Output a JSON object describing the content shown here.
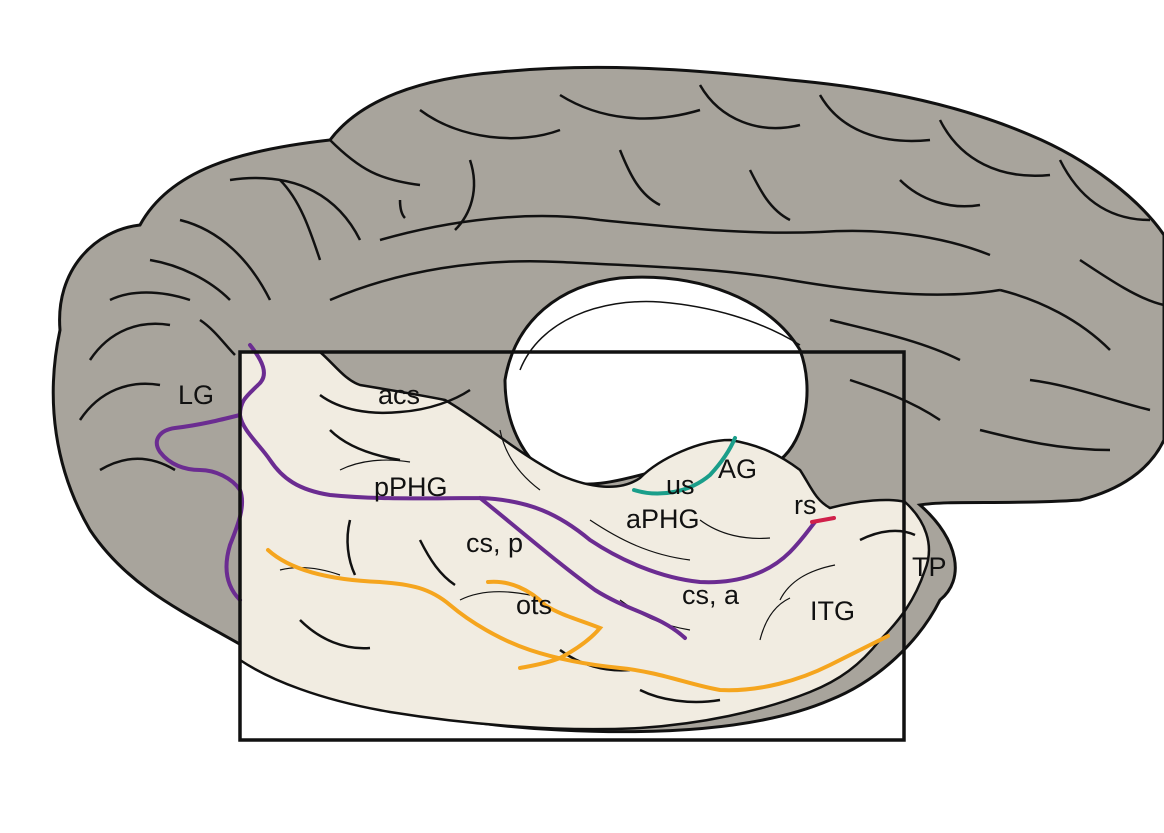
{
  "labels": {
    "LG": "LG",
    "acs": "acs",
    "pPHG": "pPHG",
    "us": "us",
    "AG": "AG",
    "rs": "rs",
    "aPHG": "aPHG",
    "cs_p": "cs, p",
    "cs_a": "cs, a",
    "ots": "ots",
    "TP": "TP",
    "ITG": "ITG"
  },
  "colors": {
    "cortex_fill": "#a8a49c",
    "region_fill": "#f1ece1",
    "outline": "#111111",
    "collateral_sulcus": "#6b2c91",
    "occipitotemporal_sulcus": "#f5a51e",
    "uncal_sulcus": "#1a9e8a",
    "rhinal_sulcus": "#d0204a"
  }
}
